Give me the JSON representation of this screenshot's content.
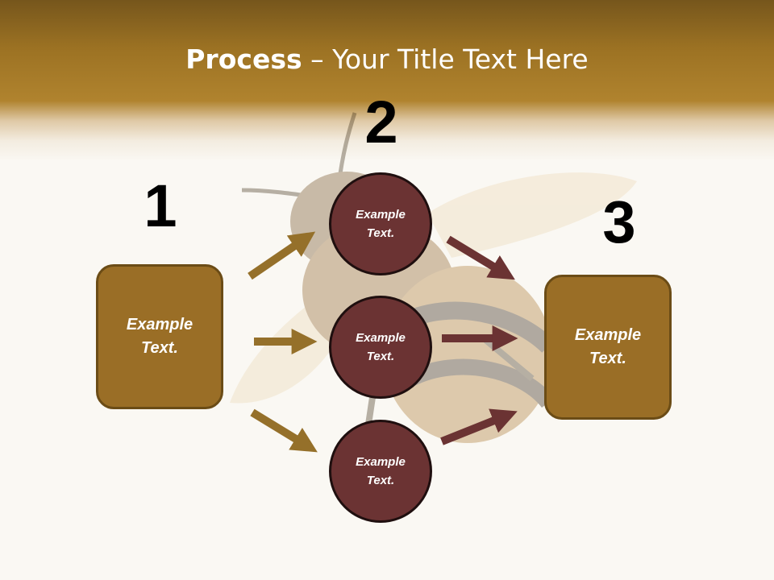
{
  "title": {
    "bold": "Process",
    "rest": " – Your Title Text Here"
  },
  "steps": {
    "one": "1",
    "two": "2",
    "three": "3"
  },
  "boxes": {
    "left": "Example\nText.",
    "right": "Example\nText."
  },
  "circles": [
    {
      "label": "Example\nText."
    },
    {
      "label": "Example\nText."
    },
    {
      "label": "Example\nText."
    }
  ],
  "colors": {
    "header_dark": "#76561c",
    "header_light": "#b0832e",
    "box_fill": "#9a6e26",
    "circle_fill": "#6b3333",
    "arrow_gold": "#95702a",
    "arrow_maroon": "#6b3333"
  },
  "background_image": "honeybee-photo"
}
